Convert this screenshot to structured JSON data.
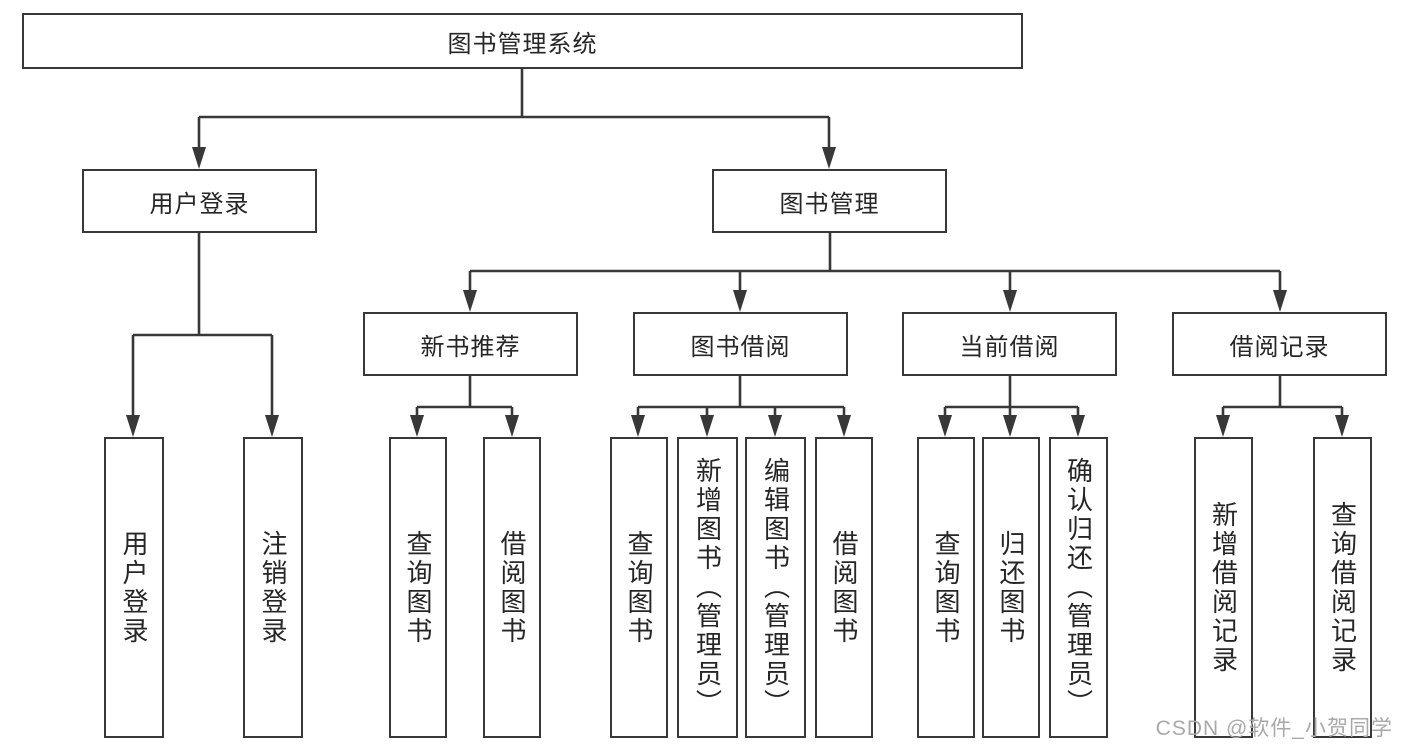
{
  "diagram": {
    "root": {
      "label": "图书管理系统"
    },
    "level2": [
      {
        "label": "用户登录"
      },
      {
        "label": "图书管理"
      }
    ],
    "level3": [
      {
        "label": "新书推荐"
      },
      {
        "label": "图书借阅"
      },
      {
        "label": "当前借阅"
      },
      {
        "label": "借阅记录"
      }
    ],
    "leaves": [
      {
        "label": "用户登录"
      },
      {
        "label": "注销登录"
      },
      {
        "label": "查询图书"
      },
      {
        "label": "借阅图书"
      },
      {
        "label": "查询图书"
      },
      {
        "label": "新增图书（管理员）"
      },
      {
        "label": "编辑图书（管理员）"
      },
      {
        "label": "借阅图书"
      },
      {
        "label": "查询图书"
      },
      {
        "label": "归还图书"
      },
      {
        "label": "确认归还（管理员）"
      },
      {
        "label": "新增借阅记录"
      },
      {
        "label": "查询借阅记录"
      }
    ]
  },
  "watermark": {
    "text": "CSDN @软件_小贺同学"
  },
  "colors": {
    "line": "#383838",
    "box_border": "#383838",
    "text": "#262626",
    "watermark": "#a9a9a9",
    "background": "#ffffff"
  }
}
